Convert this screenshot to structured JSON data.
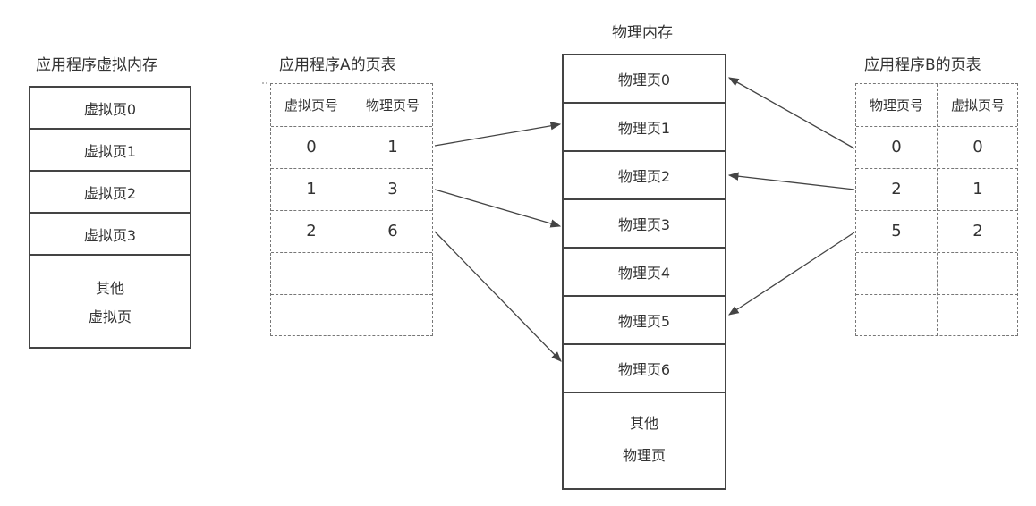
{
  "virtual_memory": {
    "title": "应用程序虚拟内存",
    "pages": [
      "虚拟页0",
      "虚拟页1",
      "虚拟页2",
      "虚拟页3"
    ],
    "other_line1": "其他",
    "other_line2": "虚拟页"
  },
  "page_table_a": {
    "title": "应用程序A的页表",
    "headers": [
      "虚拟页号",
      "物理页号"
    ],
    "rows": [
      [
        "0",
        "1"
      ],
      [
        "1",
        "3"
      ],
      [
        "2",
        "6"
      ],
      [
        "",
        ""
      ],
      [
        "",
        ""
      ]
    ]
  },
  "physical_memory": {
    "title": "物理内存",
    "pages": [
      "物理页0",
      "物理页1",
      "物理页2",
      "物理页3",
      "物理页4",
      "物理页5",
      "物理页6"
    ],
    "other_line1": "其他",
    "other_line2": "物理页"
  },
  "page_table_b": {
    "title": "应用程序B的页表",
    "headers": [
      "物理页号",
      "虚拟页号"
    ],
    "rows": [
      [
        "0",
        "0"
      ],
      [
        "2",
        "1"
      ],
      [
        "5",
        "2"
      ],
      [
        "",
        ""
      ],
      [
        "",
        ""
      ]
    ]
  }
}
